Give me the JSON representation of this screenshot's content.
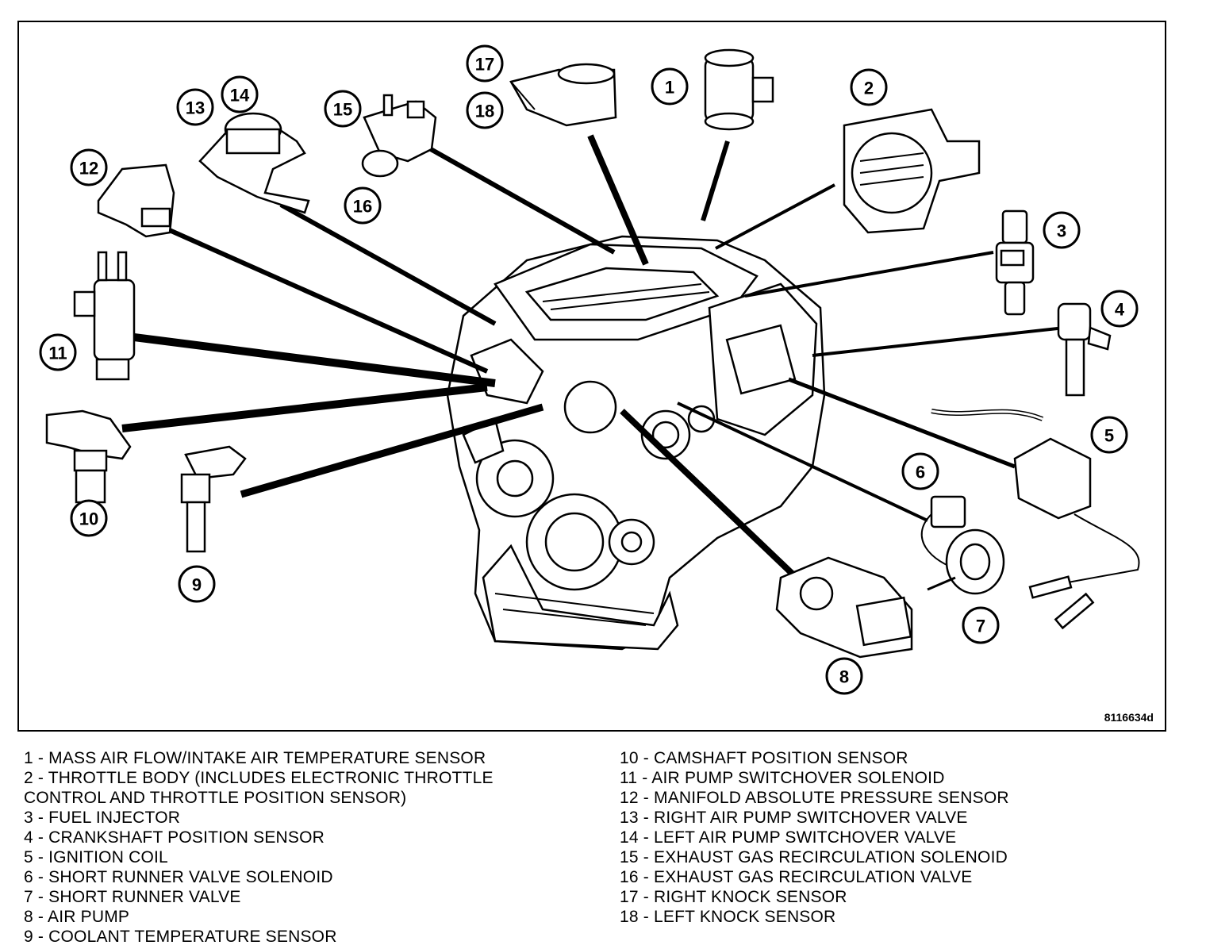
{
  "figure_code": "8116634d",
  "callouts": [
    "1",
    "2",
    "3",
    "4",
    "5",
    "6",
    "7",
    "8",
    "9",
    "10",
    "11",
    "12",
    "13",
    "14",
    "15",
    "16",
    "17",
    "18"
  ],
  "legend_left": [
    "1 - MASS AIR FLOW/INTAKE AIR TEMPERATURE SENSOR",
    "2 - THROTTLE BODY (INCLUDES ELECTRONIC THROTTLE",
    "CONTROL AND THROTTLE POSITION SENSOR)",
    "3 - FUEL INJECTOR",
    "4 - CRANKSHAFT POSITION SENSOR",
    "5 - IGNITION COIL",
    "6 - SHORT RUNNER VALVE SOLENOID",
    "7 - SHORT RUNNER VALVE",
    "8 - AIR PUMP",
    "9 - COOLANT TEMPERATURE SENSOR"
  ],
  "legend_right": [
    "10 - CAMSHAFT POSITION SENSOR",
    "11 - AIR PUMP SWITCHOVER SOLENOID",
    "12 - MANIFOLD ABSOLUTE PRESSURE SENSOR",
    "13 - RIGHT AIR PUMP SWITCHOVER VALVE",
    "14 - LEFT AIR PUMP SWITCHOVER VALVE",
    "15 - EXHAUST GAS RECIRCULATION SOLENOID",
    "16 - EXHAUST GAS RECIRCULATION VALVE",
    "17 - RIGHT KNOCK SENSOR",
    "18 - LEFT KNOCK SENSOR"
  ]
}
